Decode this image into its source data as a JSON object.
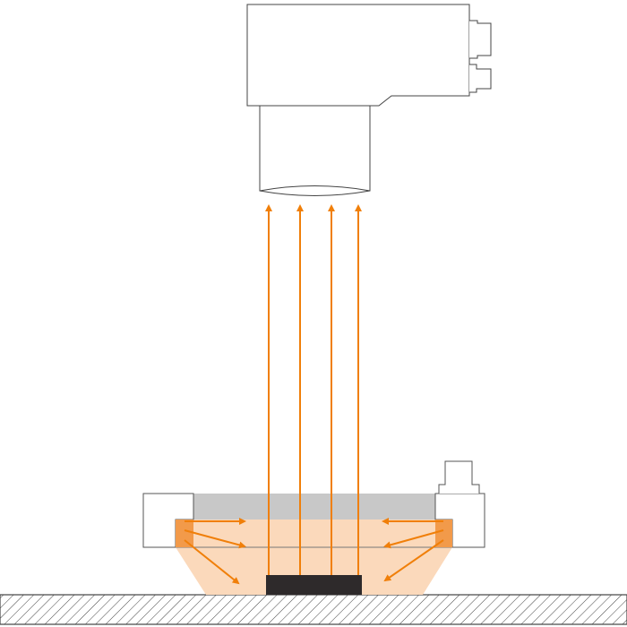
{
  "diagram": {
    "colors": {
      "light_ray": "#f07f09",
      "light_fill": "#fbd9bb",
      "led": "#f29a4a",
      "diffuser": "#c8c8c8",
      "object": "#2e2a2b",
      "outline": "#3a3a3a"
    },
    "components": [
      "camera",
      "lens",
      "ring-light",
      "object",
      "surface"
    ]
  }
}
